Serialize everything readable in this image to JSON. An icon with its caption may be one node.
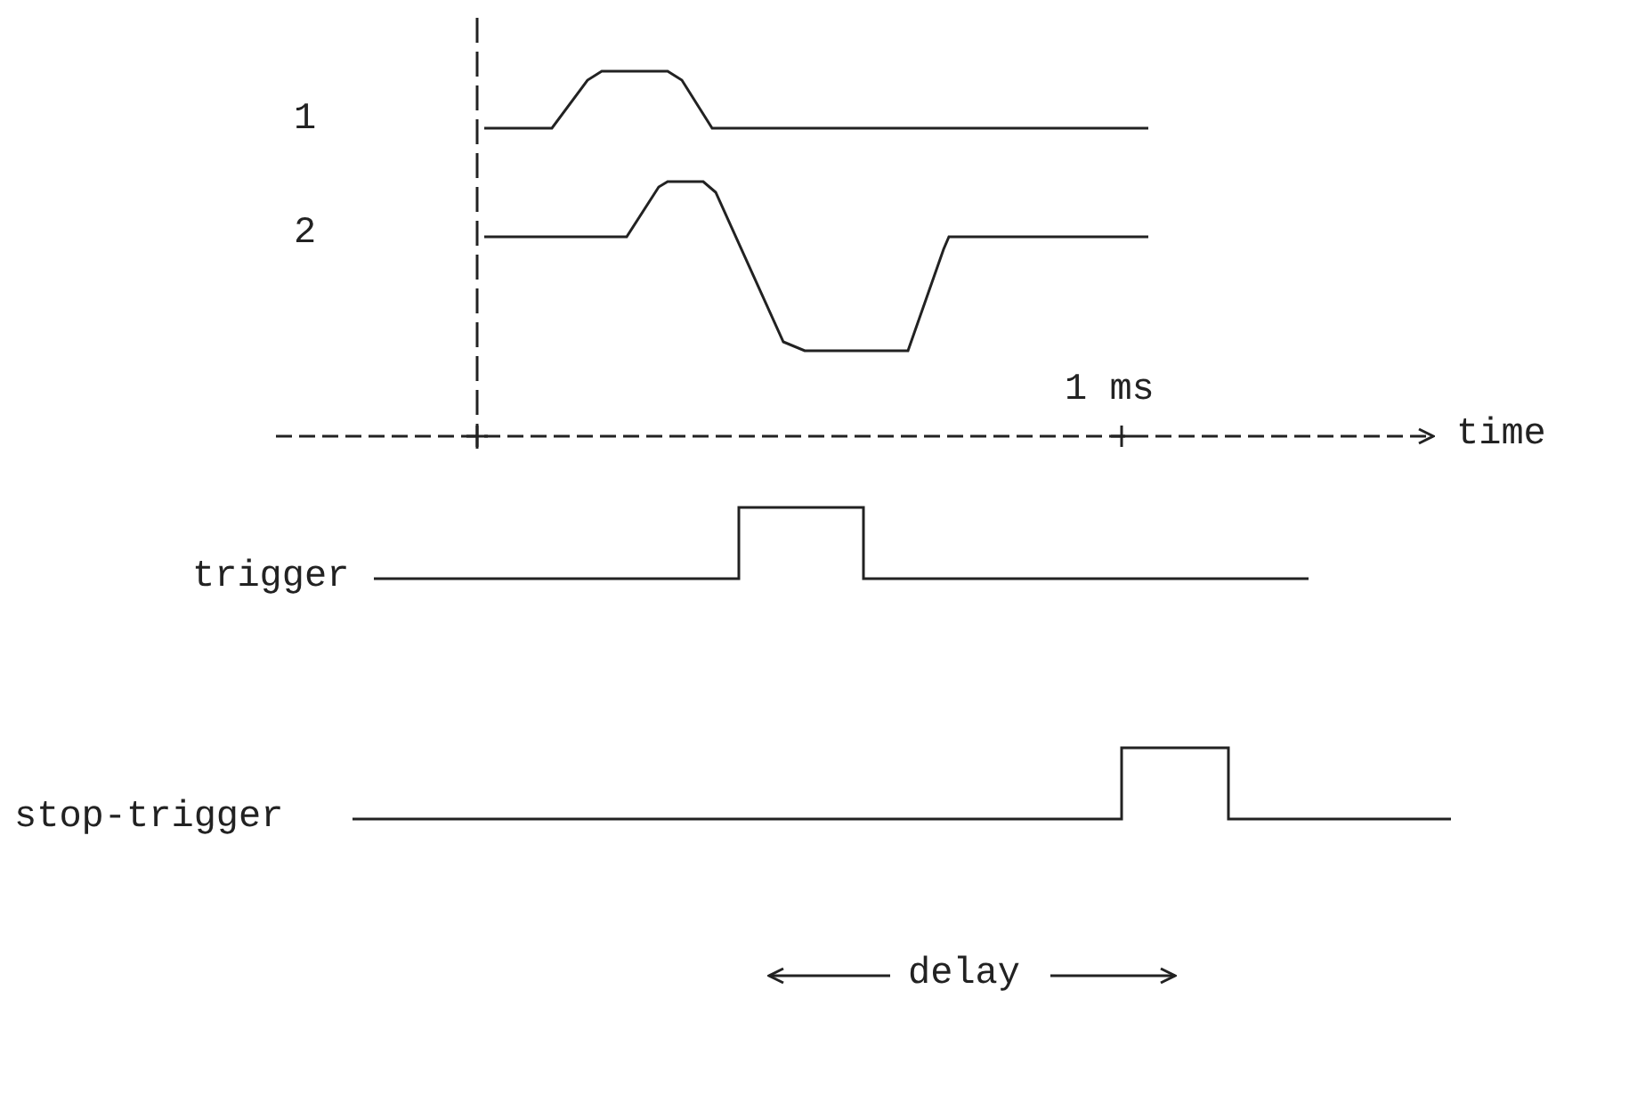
{
  "diagram": {
    "labels": [
      "1",
      "2",
      "1 ms",
      "time",
      "trigger",
      "stop-trigger",
      "delay"
    ]
  }
}
